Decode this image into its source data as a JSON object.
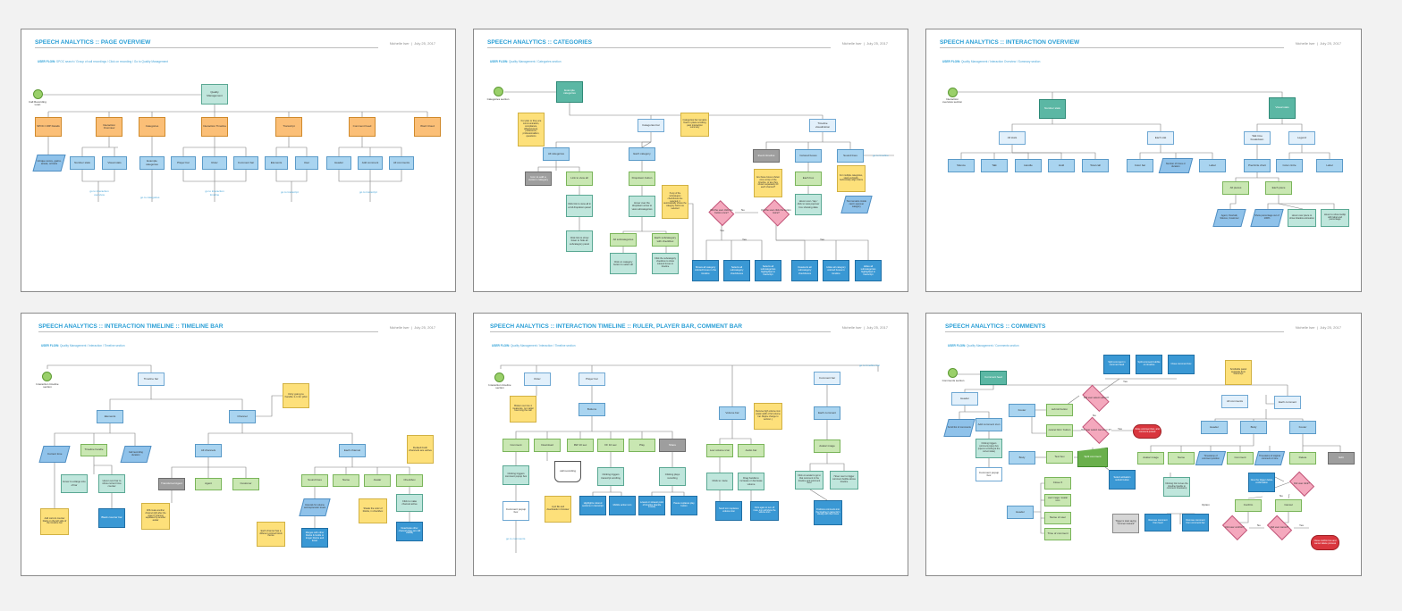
{
  "meta": {
    "author": "Nichelle Iser",
    "date": "July 25, 2017"
  },
  "flow_label": "USER FLOW:",
  "panels": [
    {
      "title": "SPEECH ANALYTICS :: PAGE OVERVIEW",
      "flow": "SPOC search / Group of call recordings / Click on recording / Go to Quality Management",
      "start": "Call Recording Loan",
      "nodes": {
        "qm": "Quality Management",
        "spoc": "SPOC CRP Details",
        "io": "Interaction Overview",
        "cat": "Categories",
        "it": "Interaction Timeline",
        "tr": "Transcript",
        "cf": "Comment Feed",
        "wc": "Word Cloud",
        "p1": "Unique score, gains, areas, arrows",
        "ns": "Number stats",
        "vs": "Visual stats",
        "ec": "Example categories",
        "pb": "Player bar",
        "ru": "Ruler",
        "cb": "Comment bar",
        "el": "Elements",
        "us": "User",
        "he": "Header",
        "ac": "Add comment",
        "alc": "All comments"
      },
      "links": {
        "l1": "go to interaction overview",
        "l2": "go to categories",
        "l3": "go to interaction timeline",
        "l4": "go to transcript",
        "l5": "go to transcript"
      }
    },
    {
      "title": "SPEECH ANALYTICS :: CATEGORIES",
      "flow": "Quality Management / Categories section",
      "start": "Categories section",
      "nodes": {
        "ex": "Example categories",
        "n1": "For plan or they are communication, compliance, effectiveness, preference, professionalism, questions",
        "cb": "Categories bar",
        "n2": "Categories bar remains fixed in place scrolling past interaction summary",
        "tv": "Timeline visualization",
        "ac": "All categories",
        "ec": "Each category",
        "ev": "Event timeline",
        "cbx": "Colored boxes",
        "sl": "Sound lines",
        "g1": "Icon to add a custom category",
        "lv": "Link to view all",
        "dd": "Dropdown button",
        "n3": "Are these boxes shown once at top of the timeline, or are they shown separately for each channel?",
        "ebx": "Each box",
        "n4": "For multiple categories, stack vertically, horizontally align colors",
        "cl": "Click link to view all in a full dropdown panel",
        "hd": "Hover over the dropdown arrow to view subcategories",
        "n5": "If any of the subcategory checkboxes are selected, it automatically shows the category button as selected",
        "d1": "Did the user click the button once?",
        "d2": "Did the user click the button twice?",
        "ho": "Hover over / tap / click to view popover box showing data",
        "p1": "Text remains inside card / popover category",
        "lk": "Click link to show fewer to hide all subcategory panel",
        "as": "All subcategories",
        "es": "Each subcategory with checkbox",
        "ca": "Click on category button to select all",
        "cs": "Click the subcategory checkbox to show colored boxes in timeline",
        "b1": "Shows all category colored boxes in the timeline",
        "b2": "Selects all subcategory checkboxes",
        "b3": "Selects all subcategories highlighted in transcript",
        "b4": "Deselects all subcategory checkboxes",
        "b5": "Hides all category colored boxes in timeline",
        "b6": "Hides all subcategories highlighted in transcript"
      },
      "labels": {
        "no": "No",
        "yes1": "Yes",
        "yes2": "Yes",
        "yes3": "Yes"
      },
      "links": {
        "l1": "go to timeline"
      }
    },
    {
      "title": "SPEECH ANALYTICS :: INTERACTION OVERVIEW",
      "flow": "Quality Management / Interaction Overview / Summary section",
      "start": "Interaction overview section",
      "nodes": {
        "ns": "Number stats",
        "vs": "Visual stats",
        "as": "All stats",
        "ea": "Each stat",
        "tt": "Talk time breakdown",
        "lg": "Legend",
        "si": "Silence",
        "ta": "Talk",
        "ha": "Handle",
        "ho": "Hold",
        "tc": "Total call",
        "cb": "Color bar",
        "nt": "Number of times or duration",
        "la": "Label",
        "pc": "Pie/circle chart",
        "ci": "Color circle",
        "lb": "Label",
        "ap": "All pieces",
        "ep": "Each piece",
        "p1": "Agent, Overtalk, Silence, Customer",
        "p2": "Show percentage out of 100%",
        "h1": "Hover over piece to show shadow animation",
        "h2": "Hover to show tooltip with label and percentage"
      }
    },
    {
      "title": "SPEECH ANALYTICS :: INTERACTION TIMELINE :: TIMELINE BAR",
      "flow": "Quality Management / Interaction / Timeline section",
      "start": "Interaction timeline section",
      "nodes": {
        "tb": "Timeline bar",
        "el": "Elements",
        "ch": "Channel",
        "n1": "Only going to handle 1-1 for pilot",
        "ct": "Current time",
        "th": "Timeline handle",
        "ca": "Call recording duration",
        "ac": "All channels",
        "ec": "Each channel",
        "n2": "Default both channels are active",
        "h1": "Hover to enlarge size of bar",
        "h2": "Hover over bar to show current time counter",
        "ta": "Transferred Agent",
        "ag": "Agent",
        "cu": "Customer",
        "sl": "Sound lines",
        "na": "Name",
        "av": "Avatar",
        "ck": "Checkbox",
        "n3": "Add current counter black on the left side of the timeline bar",
        "bk": "Black counter bar",
        "n4": "Will create another channel right after the Agent 1 channel separated by another avatar",
        "ic": "Intervals for volume and depression levels",
        "n5": "Each channel has a different colored block theme",
        "mg": "Merges with other blocks & builds or longer blocks and fewer",
        "n6": "Shade the color of blocks, in checkbox",
        "cc": "Click to make channel active",
        "dc": "Deactivate other channel (they are still visible)"
      }
    },
    {
      "title": "SPEECH ANALYTICS :: INTERACTION TIMELINE :: RULER, PLAYER BAR, COMMENT BAR",
      "flow": "Quality Management / Interaction / Timeline section",
      "start": "Interaction timeline section",
      "nodes": {
        "ru": "Ruler",
        "pb": "Player bar",
        "cb": "Comment bar",
        "n1": "Broken out into 4 measures, no matter how long the call",
        "bt": "Buttons",
        "vb": "Volume bar",
        "n2": "Remove high volume icon (static width of full volume bar. Maybe change to vertical...)",
        "ec": "Each comment",
        "cm": "Comment",
        "dl": "Download",
        "rw": "RW 10 sec",
        "ff": "FF 10 sec",
        "pl": "Play",
        "sh": "Share",
        "lv": "Low volume icon",
        "av": "Audio bar",
        "ai": "Avatar image",
        "ct": "Clicking triggers comment popup box",
        "cr": "call recording",
        "ck": "Clicking triggers transcript scrolling",
        "cp": "Clicking plays recording",
        "cm2": "Click to mute",
        "dh": "Drag handle to increase or decrease volume",
        "cl": "Click on avatar to go to that comment in the timeline and comment feed",
        "hv": "Hover over to trigger comment bubble above timeline",
        "pp": "Comment popup box",
        "n3": "mp4 file and downloads in browser",
        "hl": "Highlights colored sections in transcript",
        "mw": "Mobile action icon",
        "tl": "Lowest or slowest point of timeline (handle moves)",
        "pa": "Pause replaces play button",
        "sv": "Send icon replaces volume icon",
        "sg": "Click again to turn off mute, icon will show the volume icon",
        "cv": "Positions comments into the timeline in name form visually with their times"
      },
      "links": {
        "l1": "go to timeline bar",
        "l2": "go to comments"
      }
    },
    {
      "title": "SPEECH ANALYTICS :: COMMENTS",
      "flow": "Quality Management / Comments section",
      "start": "Comments section",
      "nodes": {
        "cf": "Comment feed",
        "he": "Header",
        "ac": "Add comment icon",
        "sc": "Scroll list of comments",
        "cd": "Clicking triggers comment popup box (opens recording at the current state)",
        "cp": "Comment popup box",
        "fo": "Footer",
        "sb": "submit button",
        "d1": "Did user select submit?",
        "cx": "cancel link / button",
        "d2": "Did user select cancel or X?",
        "r1": "Close comment box, and comment posted",
        "bo": "Body",
        "tx": "Text box",
        "sp": "Split comment",
        "sa": "Select activation submit button",
        "ch": "Header",
        "cl": "Close X",
        "ui": "user image / avatar icon",
        "nu": "Name of user",
        "tc": "Time of comment",
        "t1": "Clicking link moves the timeline handle to comment timestamp",
        "t2": "Trigger is toast saying \"comment deleted\"",
        "rm": "Remove comment from feed",
        "rc": "Remove comment from comment bar",
        "b1": "Split comment in comment feed",
        "b2": "Split comment bubble on timeline",
        "b3": "Close comment box",
        "n1": "Scrollable panel separate from transcript",
        "eac": "Each comment",
        "alc": "All comments",
        "h2": "Header",
        "b4": "Body",
        "f2": "Footer",
        "av": "Avatar image",
        "nm": "Name",
        "ts": "Timestamp of comment position",
        "co": "Comment",
        "tt": "Timestamp of original comment or time",
        "de": "Delete",
        "ed": "Edit",
        "gc": "Give the trigger delete confirmation",
        "d3": "Did user click?",
        "cn": "Confirm",
        "ca": "Cancel",
        "d4": "Did user confirm?",
        "d5": "Did user cancel?",
        "r2": "Close confirm box and cancel delete process"
      },
      "labels": {
        "no1": "No",
        "yes1": "Yes",
        "no2": "No",
        "opt": "Option",
        "yes2": "Yes",
        "no3": "No",
        "yes3": "Yes"
      }
    }
  ]
}
